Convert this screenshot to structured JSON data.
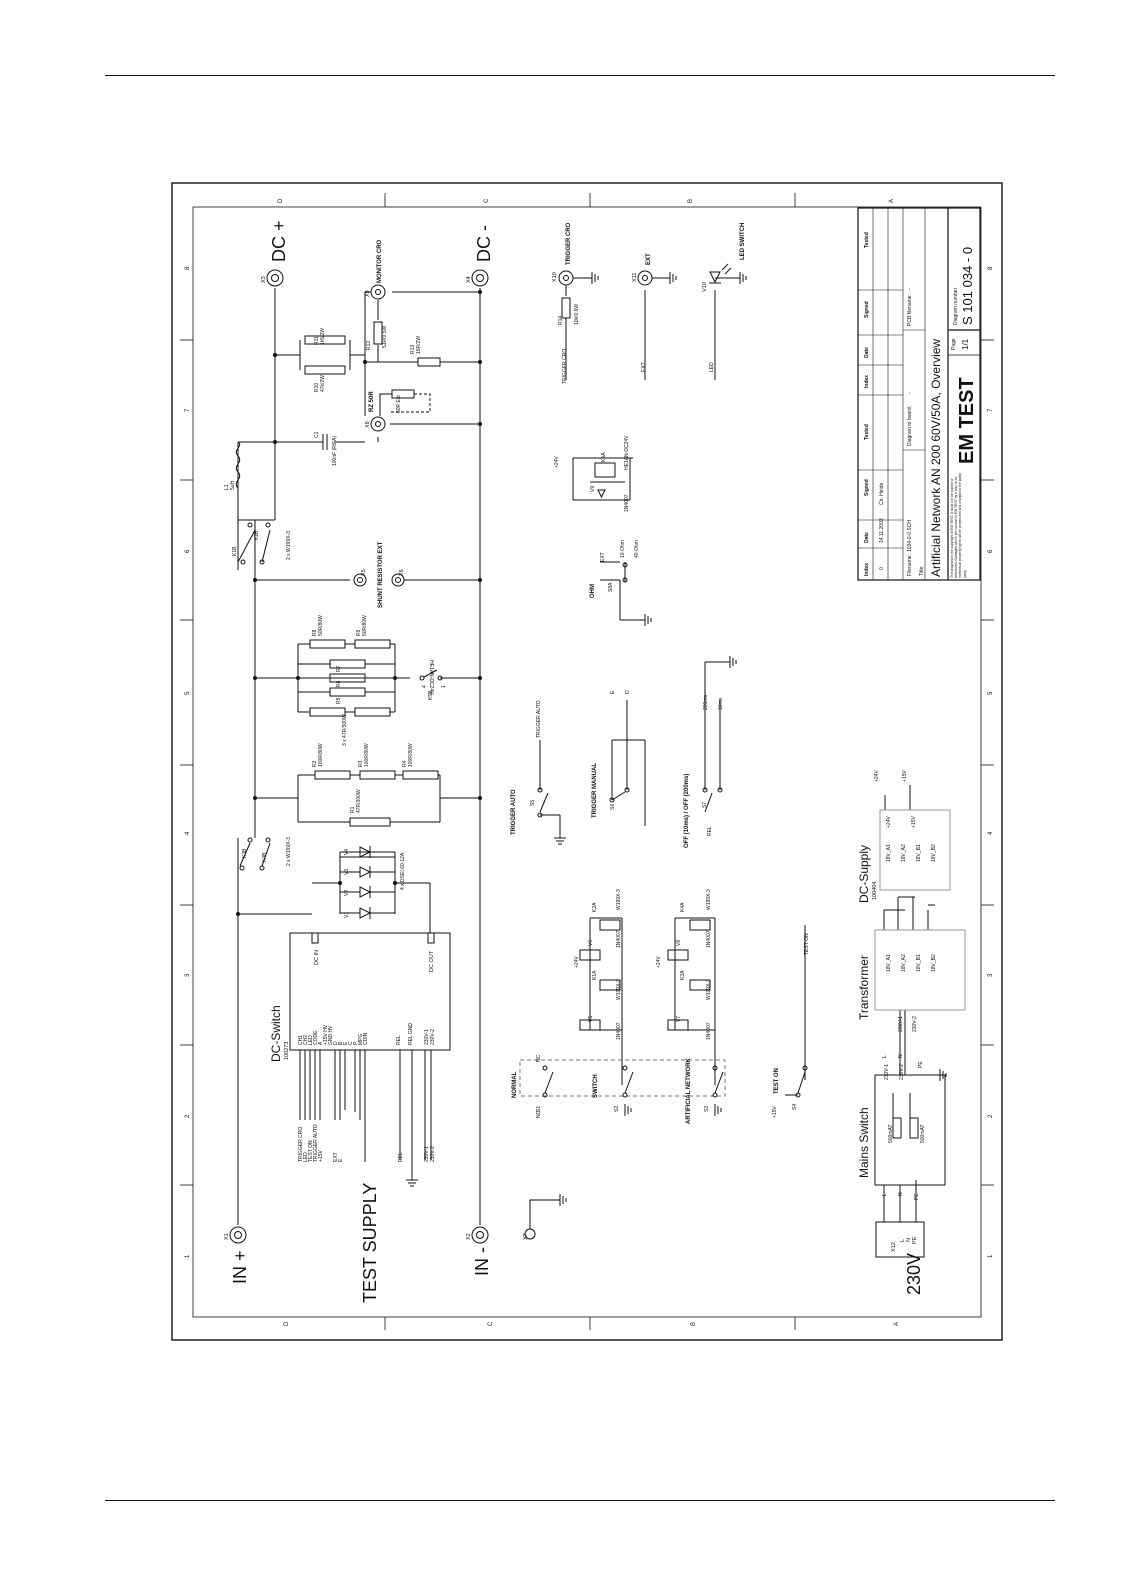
{
  "borders": {
    "cols_top": [
      "D",
      "C",
      "B",
      "A"
    ],
    "rows_side": [
      "1",
      "2",
      "3",
      "4",
      "5",
      "6",
      "7",
      "8"
    ]
  },
  "big_labels": {
    "dc_plus": "DC +",
    "dc_minus": "DC -",
    "in_plus": "IN +",
    "in_minus": "IN -",
    "test_supply": "TEST SUPPLY",
    "v230": "230V"
  },
  "blocks": {
    "dc_switch": {
      "title": "DC-Switch",
      "number": "100273",
      "dc_in": "DC IN",
      "dc_out": "DC OUT",
      "pins": [
        "CH1",
        "CH2",
        "LED",
        "CODE",
        "A",
        "+15V HV",
        "GND HV",
        "D",
        "B",
        "E",
        "C",
        "P",
        "MPG",
        "CDIN",
        "REL",
        "REL GND",
        "230V-1",
        "230V-2"
      ]
    },
    "dc_supply": {
      "title": "DC-Supply",
      "number": "100404",
      "pins_in": [
        "18V_A1",
        "18V_A2",
        "18V_B1",
        "18V_B2"
      ],
      "pins_out": [
        "+24V",
        "+15V"
      ]
    },
    "transformer": {
      "title": "Transformer",
      "pins_in": [
        "230V-1",
        "230V-2"
      ],
      "pins_out": [
        "18V_A1",
        "18V_A2",
        "18V_B1",
        "18V_B2"
      ]
    },
    "mains_switch": {
      "title": "Mains Switch",
      "fuse1": "500mAT",
      "fuse2": "500mAT",
      "pins": [
        "L",
        "N",
        "PE"
      ]
    }
  },
  "connectors": {
    "x1": "X1",
    "x2": "X2",
    "x3": "X3",
    "x4": "X4",
    "x5": "X5",
    "x6": "X6",
    "x7": "X7",
    "x8": "X8",
    "x9": "X9",
    "x10": "X10",
    "x11": "X11",
    "x12": "X12",
    "monitor_cro": "MONITOR CRO",
    "rz_50r": "RZ 50R",
    "shunt": "SHUNT RESISTOR EXT",
    "trigger_cro": "TRIGGER CRO",
    "ext": "EXT",
    "led_switch": "LED SWITCH",
    "v10": "V10",
    "x12_pins": [
      "L",
      "N",
      "PE"
    ]
  },
  "components": {
    "l1": "L1",
    "l1v": "5uH",
    "c1": "C1",
    "c1v": "100nF (RIFA)",
    "r10": "R10",
    "r10v": "47k/2W",
    "r11": "R11",
    "r11v": "1k5/2W",
    "r12": "R12",
    "r12v": "51R/0.5W",
    "r13": "R13",
    "r13v": "15R/2W",
    "r14": "R14",
    "r14v": "10k/0.6W",
    "r50ext": "50R Ext",
    "r1": "R1",
    "r1v": "47R/300W",
    "r2": "R2",
    "r2v": "100R/80W",
    "r3": "R3",
    "r3v": "100R/80W",
    "r4": "R4",
    "r4v": "100R/80W",
    "r5": "R5",
    "r6": "R6",
    "r7": "R7",
    "r8": "R8",
    "r8v": "50R/80W",
    "r9": "R9",
    "r9v": "50R/80W",
    "r_group": "3 x 47R/300W",
    "k5b": "K5B",
    "k5b_relay": "HE1AN-DC24V",
    "k5b_4": "4",
    "k5b_1": "1",
    "k1b": "K1B",
    "k2b": "K2B",
    "k12_note": "2 x W199X-3",
    "k3b": "K3B",
    "k4b": "K4B",
    "k34_note": "2 x W199X-3",
    "v1": "V1",
    "v2": "V2",
    "v3": "V3",
    "v4": "V4",
    "diodes_note": "4 x DSEI 60-12A",
    "k5a": "K5A",
    "k5a_type": "HE1AN-DC24V",
    "v9": "V9",
    "v9_type": "1N4007",
    "plus24": "+24V",
    "ohm": "OHM",
    "s8a": "S8A",
    "ext_sig": "EXT",
    "ohm10": "10 Ohm",
    "ohm40": "40 Ohm",
    "trigger_cro_net": "TRIGGER CRO",
    "ext_net": "EXT",
    "led_net": "LED"
  },
  "switches": {
    "trigger_auto": "TRIGGER AUTO",
    "s5": "S5",
    "trigger_auto_net": "TRIGGER AUTO",
    "trigger_manual": "TRIGGER MANUAL",
    "s6": "S6",
    "e": "E",
    "d": "D",
    "off_label": "OFF (10ms) / OFF (200ms)",
    "s7": "S7",
    "rel": "REL",
    "ms200": "200ms",
    "ms10": "10ms",
    "normal": "NORMAL",
    "switch": "SWITCH",
    "artificial": "ARTIFICIAL NETWORK",
    "s1": "S1",
    "s2": "S2",
    "s3": "S3",
    "nc": "NC",
    "no": "NO",
    "test_on": "TEST ON",
    "s4": "S4",
    "plus15": "+15V",
    "test_on_net": "TEST ON",
    "k1a": "K1A",
    "k2a": "K2A",
    "k3a": "K3A",
    "k4a": "K4A",
    "v5": "V5",
    "v6": "V6",
    "v7": "V7",
    "v8": "V8",
    "w199": "W199X-3",
    "n4007": "1N4007",
    "plus24": "+24V"
  },
  "nets": [
    "TRIGGER CRO",
    "LED",
    "TEST ON",
    "TRIGGER AUTO",
    "+15V",
    "EXT",
    "E",
    "REL",
    "230V-1",
    "230V-2"
  ],
  "title_block": {
    "headers": [
      "Index",
      "Date",
      "Signed",
      "Tested",
      "Index",
      "Date",
      "Signed",
      "Tested"
    ],
    "index": "0",
    "date": "14.11.2003",
    "signed": "Ch. Heide",
    "filename_label": "Filename:",
    "filename": "1034-0-0.SCH",
    "diagram_board_label": "Diagram to board:",
    "diagram_board": "-",
    "pcb_label": "PCB filename:",
    "pcb": "-",
    "title_label": "Title:",
    "title": "Artificial Network AN 200 60V/50A, Overview",
    "copyright": "This diagram is the copyright of EM TEST. It must not be copied or distributed. Damages which are caused to EM TEST by a loss to its intellectual property rights will be prosecuted and charged to the guilty party.",
    "page_label": "Page",
    "page": "1/1",
    "logo": "EM TEST",
    "diagram_number_label": "Diagram number",
    "diagram_number": "S 101 034 - 0"
  }
}
